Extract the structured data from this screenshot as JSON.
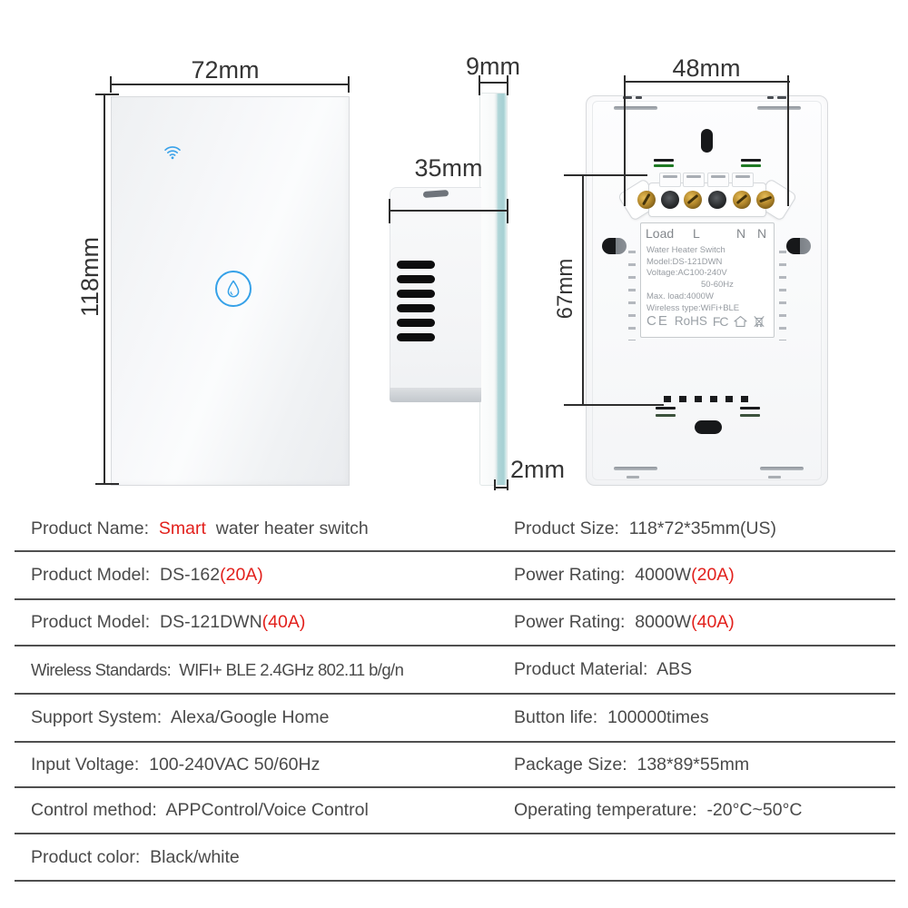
{
  "diagram": {
    "front": {
      "width_label": "72mm",
      "height_label": "118mm"
    },
    "side": {
      "glass_label": "9mm",
      "depth_label": "35mm",
      "edge_label": "2mm"
    },
    "back": {
      "width_label": "48mm",
      "height_label": "67mm",
      "terminals": [
        "Load",
        "L",
        "N",
        "N"
      ],
      "sticker_lines": [
        "Water Heater Switch",
        "Model:DS-121DWN",
        "Voltage:AC100-240V",
        "50-60Hz",
        "Max. load:4000W",
        "Wireless type:WiFi+BLE"
      ],
      "cert_marks": [
        "CE",
        "RoHS",
        "FC"
      ]
    },
    "accent_color": "#35a1e8",
    "glass_edge_color": "#aed4d8"
  },
  "spec_table": {
    "text_color": "#4a4a4a",
    "highlight_color": "#e2201c",
    "rows": [
      {
        "left": [
          [
            "Product Name:  ",
            "d"
          ],
          [
            "Smart",
            "r"
          ],
          [
            "  water heater switch",
            "d"
          ]
        ],
        "right": [
          [
            "Product Size:  118*72*35mm(US)",
            "d"
          ]
        ]
      },
      {
        "left": [
          [
            "Product Model:  DS-162",
            "d"
          ],
          [
            "(20A)",
            "r"
          ]
        ],
        "right": [
          [
            "Power Rating:  4000W",
            "d"
          ],
          [
            "(20A)",
            "r"
          ]
        ]
      },
      {
        "left": [
          [
            "Product Model:  DS-121DWN",
            "d"
          ],
          [
            "(40A)",
            "r"
          ]
        ],
        "right": [
          [
            "Power Rating:  8000W",
            "d"
          ],
          [
            "(40A)",
            "r"
          ]
        ]
      },
      {
        "left": [
          [
            "Wireless Standards:  WIFI+ BLE 2.4GHz 802.11 b/g/n",
            "d"
          ]
        ],
        "right": [
          [
            "Product Material:  ABS",
            "d"
          ]
        ]
      },
      {
        "left": [
          [
            "Support System:  Alexa/Google Home",
            "d"
          ]
        ],
        "right": [
          [
            "Button life:  100000times",
            "d"
          ]
        ]
      },
      {
        "left": [
          [
            "Input Voltage:  100-240VAC 50/60Hz",
            "d"
          ]
        ],
        "right": [
          [
            "Package Size:  138*89*55mm",
            "d"
          ]
        ]
      },
      {
        "left": [
          [
            "Control method:  APPControl/Voice Control",
            "d"
          ]
        ],
        "right": [
          [
            "Operating temperature:  -20°C~50°C",
            "d"
          ]
        ]
      },
      {
        "left": [
          [
            "Product color:  Black/white",
            "d"
          ]
        ],
        "right": []
      }
    ]
  }
}
